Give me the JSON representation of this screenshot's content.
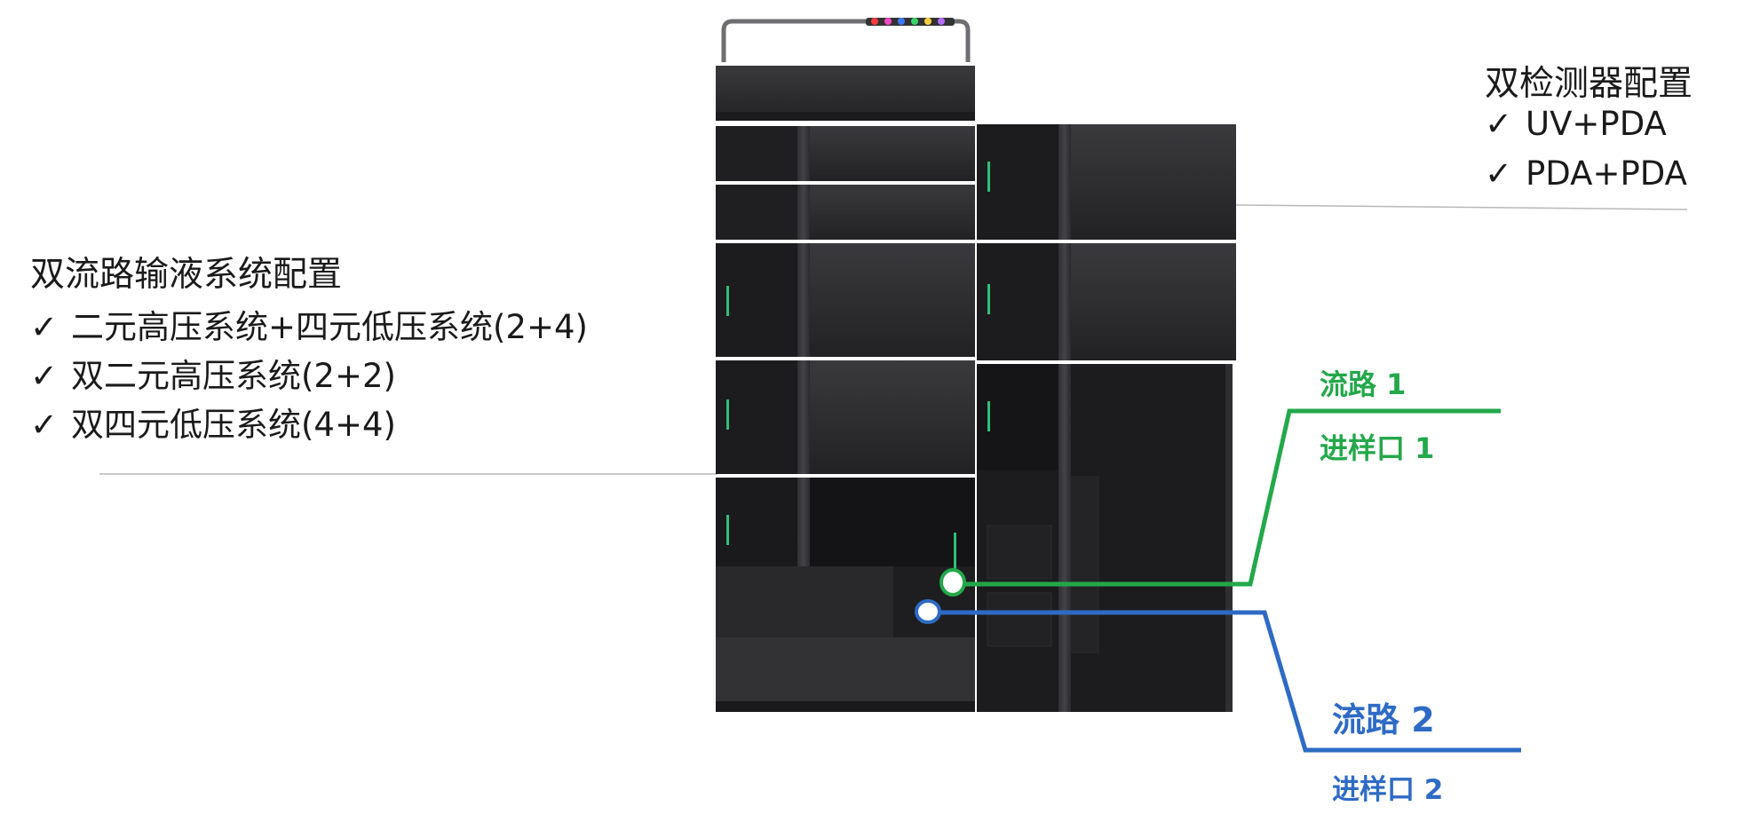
{
  "left_block": {
    "heading": "双流路输液系统配置",
    "items": [
      "二元高压系统+四元低压系统(2+4)",
      "双二元高压系统(2+2)",
      "双四元低压系统(4+4)"
    ]
  },
  "right_block": {
    "heading": "双检测器配置",
    "items": [
      "UV+PDA",
      "PDA+PDA"
    ]
  },
  "check_mark": "✓",
  "flow1": {
    "path_label": "流路 1",
    "port_label": "进样口 1",
    "color": "#23a84a"
  },
  "flow2": {
    "path_label": "流路 2",
    "port_label": "进样口 2",
    "color": "#2e6bc4"
  },
  "colors": {
    "module_dark": "#2a2a2c",
    "module_darker": "#1b1b1d",
    "leader_line": "#b0b0b0",
    "led": "#2fbf78"
  }
}
